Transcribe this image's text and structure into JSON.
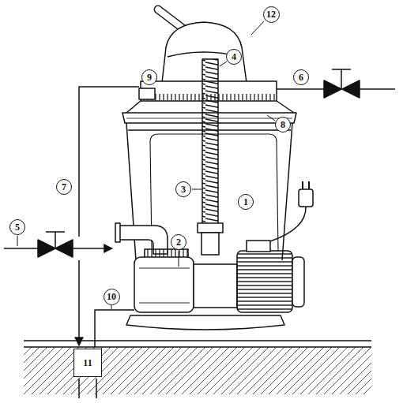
{
  "diagram": {
    "nodes": [
      {
        "text": [
          "12"
        ]
      },
      {
        "text": [
          "4"
        ]
      },
      {
        "text": [
          "9"
        ]
      },
      {
        "text": [
          "6"
        ]
      },
      {
        "text": [
          "8"
        ]
      },
      {
        "text": [
          "7"
        ]
      },
      {
        "text": [
          "3"
        ]
      },
      {
        "text": [
          "1"
        ]
      },
      {
        "text": [
          "5"
        ]
      },
      {
        "text": [
          "2"
        ]
      },
      {
        "text": [
          "10"
        ]
      },
      {
        "text": [
          "11"
        ]
      }
    ]
  }
}
